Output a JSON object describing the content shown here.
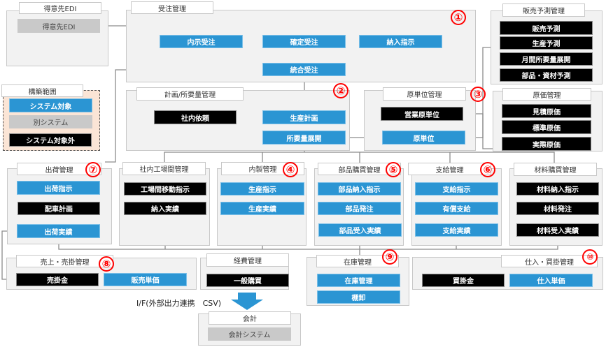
{
  "colors": {
    "system": "#2b95d3",
    "other_system": "#c9c9c9",
    "out_of_scope": "#000000",
    "badge": "#ff0000",
    "panel": "#f2f2f2"
  },
  "groups": [
    {
      "id": "edi",
      "title": "得意先EDI",
      "items": [
        {
          "label": "得意先EDI",
          "type": "gray"
        }
      ]
    },
    {
      "id": "order",
      "title": "受注管理",
      "badge": "①",
      "items": [
        {
          "label": "内示受注",
          "type": "blue"
        },
        {
          "label": "確定受注",
          "type": "blue"
        },
        {
          "label": "納入指示",
          "type": "blue"
        },
        {
          "label": "統合受注",
          "type": "blue"
        }
      ]
    },
    {
      "id": "legend",
      "title": "構築範囲",
      "items": [
        {
          "label": "システム対象",
          "type": "blue"
        },
        {
          "label": "別システム",
          "type": "gray"
        },
        {
          "label": "システム対象外",
          "type": "black"
        }
      ]
    },
    {
      "id": "plan",
      "title": "計画/所要量管理",
      "badge": "②",
      "items": [
        {
          "label": "社内依頼",
          "type": "black"
        },
        {
          "label": "生産計画",
          "type": "blue"
        },
        {
          "label": "所要量展開",
          "type": "blue"
        }
      ]
    },
    {
      "id": "unit",
      "title": "原単位管理",
      "badge": "③",
      "items": [
        {
          "label": "営業原単位",
          "type": "black"
        },
        {
          "label": "原単位",
          "type": "blue"
        }
      ]
    },
    {
      "id": "forecast",
      "title": "販売予測管理",
      "items": [
        {
          "label": "販売予測",
          "type": "black"
        },
        {
          "label": "生産予測",
          "type": "black"
        },
        {
          "label": "月間所要量展開",
          "type": "black"
        },
        {
          "label": "部品・資材予測",
          "type": "black"
        }
      ]
    },
    {
      "id": "cost",
      "title": "原価管理",
      "items": [
        {
          "label": "見積原価",
          "type": "black"
        },
        {
          "label": "標準原価",
          "type": "black"
        },
        {
          "label": "実際原価",
          "type": "black"
        }
      ]
    },
    {
      "id": "ship",
      "title": "出荷管理",
      "badge": "⑦",
      "items": [
        {
          "label": "出荷指示",
          "type": "blue"
        },
        {
          "label": "配車計画",
          "type": "black"
        },
        {
          "label": "出荷実績",
          "type": "blue"
        }
      ]
    },
    {
      "id": "factory",
      "title": "社内工場間管理",
      "items": [
        {
          "label": "工場間移動指示",
          "type": "black"
        },
        {
          "label": "納入実績",
          "type": "black"
        }
      ]
    },
    {
      "id": "inhouse",
      "title": "内製管理",
      "badge": "④",
      "items": [
        {
          "label": "生産指示",
          "type": "blue"
        },
        {
          "label": "生産実績",
          "type": "blue"
        }
      ]
    },
    {
      "id": "parts",
      "title": "部品購買管理",
      "badge": "⑤",
      "items": [
        {
          "label": "部品納入指示",
          "type": "blue"
        },
        {
          "label": "部品発注",
          "type": "blue"
        },
        {
          "label": "部品受入実績",
          "type": "blue"
        }
      ]
    },
    {
      "id": "supply",
      "title": "支給管理",
      "badge": "⑥",
      "items": [
        {
          "label": "支給指示",
          "type": "blue"
        },
        {
          "label": "有償支給",
          "type": "blue"
        },
        {
          "label": "支給実績",
          "type": "blue"
        }
      ]
    },
    {
      "id": "material",
      "title": "材料購買管理",
      "items": [
        {
          "label": "材料納入指示",
          "type": "black"
        },
        {
          "label": "材料発注",
          "type": "black"
        },
        {
          "label": "材料受入実績",
          "type": "black"
        }
      ]
    },
    {
      "id": "sales",
      "title": "売上・売掛管理",
      "badge": "⑧",
      "items": [
        {
          "label": "売掛金",
          "type": "black"
        },
        {
          "label": "販売単価",
          "type": "blue"
        }
      ]
    },
    {
      "id": "expense",
      "title": "経費管理",
      "items": [
        {
          "label": "一般購買",
          "type": "black"
        }
      ]
    },
    {
      "id": "stock",
      "title": "在庫管理",
      "badge": "⑨",
      "items": [
        {
          "label": "在庫管理",
          "type": "blue"
        },
        {
          "label": "棚卸",
          "type": "blue"
        }
      ]
    },
    {
      "id": "purchase",
      "title": "仕入・買掛管理",
      "badge": "⑩",
      "items": [
        {
          "label": "買掛金",
          "type": "black"
        },
        {
          "label": "仕入単価",
          "type": "blue"
        }
      ]
    },
    {
      "id": "accounting",
      "title": "会計",
      "items": [
        {
          "label": "会計システム",
          "type": "gray"
        }
      ]
    }
  ],
  "interface_label": "I/F(外部出力連携　CSV)"
}
